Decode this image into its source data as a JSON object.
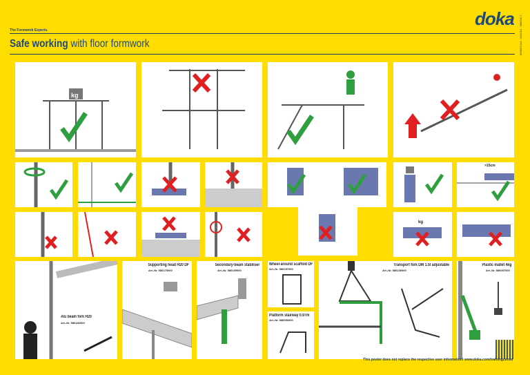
{
  "header": {
    "logo": "doka",
    "tagline": "The Formwork Experts.",
    "title_bold": "Safe working",
    "title_rest": " with floor formwork",
    "side_code": "999807010 - 04/2019 - 986000 7"
  },
  "colors": {
    "background": "#FFDD00",
    "ok": "#2e9e3e",
    "wrong": "#e02020",
    "navy": "#1f3a5f"
  },
  "icons": {
    "ok": "check-mark",
    "wrong": "x-mark"
  },
  "products": [
    {
      "name": "Alu beam fork H20",
      "art": "Art.-Nr. 586182000"
    },
    {
      "name": "Supporting head H20 DF",
      "art": "Art.-Nr. 586170000"
    },
    {
      "name": "Secondary-beam stabiliser",
      "art": "Art.-Nr. 586169000"
    },
    {
      "name": "Wheel-around scaffold DF",
      "art": "Art.-Nr. 586157000"
    },
    {
      "name": "Platform stairway 0.97m",
      "art": "Art.-Nr. 586050000"
    },
    {
      "name": "Transport fork DM 1.5t adjustable",
      "art": "Art.-Nr. 586230000"
    },
    {
      "name": "Plastic mallet 4kg",
      "art": "Art.-Nr. 586057000"
    }
  ],
  "labels": {
    "kg": "kg",
    "gap": ">15cm"
  },
  "footer": "This poster does not replace the respective user information!  www.doka.com/trainingcenter"
}
